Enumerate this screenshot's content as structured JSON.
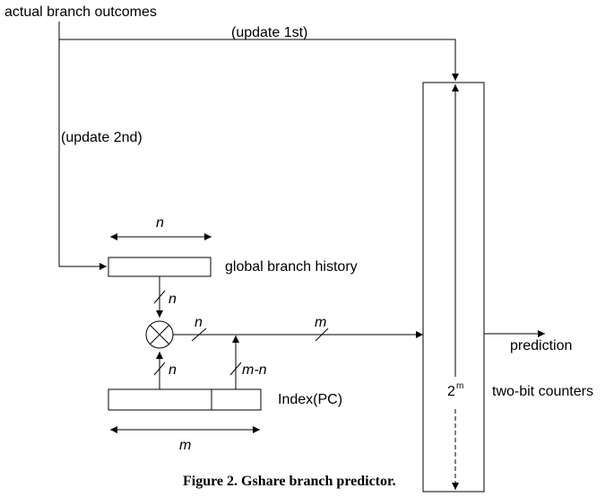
{
  "labels": {
    "actual_outcomes": "actual branch outcomes",
    "update_first": "(update 1st)",
    "update_second": "(update 2nd)",
    "global_history": "global branch history",
    "index_pc": "Index(PC)",
    "prediction": "prediction",
    "counters": "two-bit counters",
    "table_size_base": "2",
    "table_size_exp": "m",
    "history_width": "n",
    "bus_history_n": "n",
    "bus_pc_n": "n",
    "bus_xor_out_n": "n",
    "bus_m": "m",
    "bus_m_minus_n": "m-n",
    "index_width": "m",
    "caption": "Figure 2.  Gshare branch predictor."
  }
}
